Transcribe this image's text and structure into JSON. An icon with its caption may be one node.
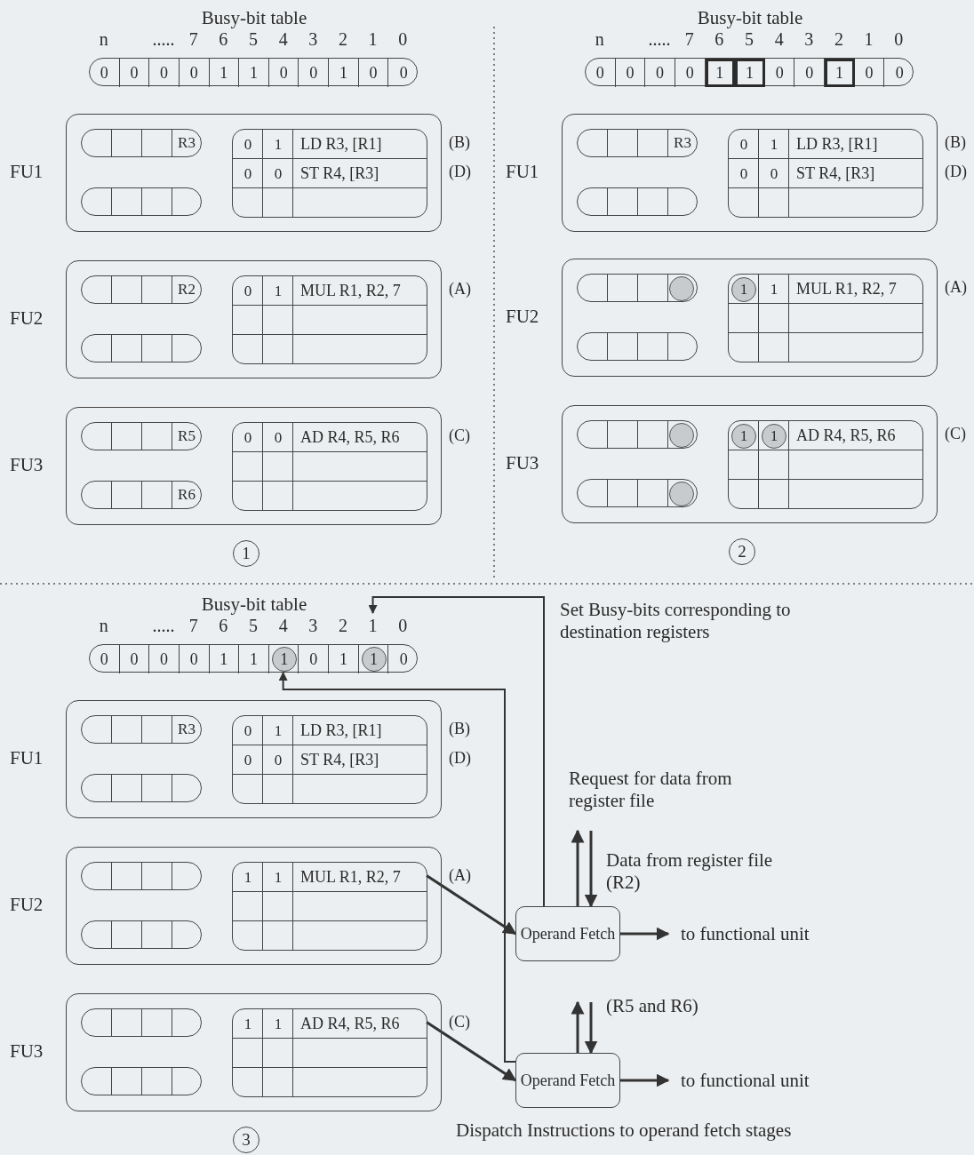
{
  "diagram": {
    "nodes": [
      {
        "text": [
          "Busy-bit table"
        ]
      },
      {
        "text": [
          "0"
        ],
        "in": 0
      },
      {
        "text": [
          "0"
        ],
        "in": 0
      },
      {
        "text": [
          "0"
        ],
        "in": 0
      },
      {
        "text": [
          "0"
        ],
        "in": 0
      },
      {
        "text": [
          "1"
        ],
        "in": 0
      },
      {
        "text": [
          "1"
        ],
        "in": 0
      },
      {
        "text": [
          "0"
        ],
        "in": 0
      },
      {
        "text": [
          "0"
        ],
        "in": 0
      },
      {
        "text": [
          "1"
        ],
        "in": 0
      },
      {
        "text": [
          "0"
        ],
        "in": 0
      },
      {
        "text": [
          "0"
        ],
        "in": 0
      },
      {
        "text": [
          "FU1"
        ]
      },
      {
        "text": [
          "R3"
        ],
        "in": 12
      },
      {
        "text": [],
        "shape": "box",
        "in": 12
      },
      {
        "text": [],
        "shape": "box",
        "in": 12
      },
      {
        "text": [
          "0"
        ],
        "in": 15
      },
      {
        "text": [
          "1"
        ],
        "in": 15
      },
      {
        "text": [
          "LD R3, [R1]"
        ],
        "in": 15
      },
      {
        "text": [
          "0"
        ],
        "in": 15
      },
      {
        "text": [
          "0"
        ],
        "in": 15
      },
      {
        "text": [
          "ST R4, [R3]"
        ],
        "in": 15
      },
      {
        "text": [
          "FU2"
        ]
      },
      {
        "text": [
          "R2"
        ],
        "in": 22
      },
      {
        "text": [],
        "shape": "box",
        "in": 22
      },
      {
        "text": [],
        "shape": "box",
        "in": 22
      },
      {
        "text": [
          "0"
        ],
        "in": 25
      },
      {
        "text": [
          "1"
        ],
        "in": 25
      },
      {
        "text": [
          "MUL R1, R2, 7"
        ],
        "in": 25
      },
      {
        "text": [
          "FU3"
        ]
      },
      {
        "text": [
          "R5"
        ],
        "in": 29
      },
      {
        "text": [
          "R6"
        ],
        "in": 29
      },
      {
        "text": [],
        "shape": "box",
        "in": 29
      },
      {
        "text": [
          "0"
        ],
        "in": 32
      },
      {
        "text": [
          "0"
        ],
        "in": 32
      },
      {
        "text": [
          "AD R4, R5, R6"
        ],
        "in": 32
      },
      {
        "text": [
          "1"
        ]
      },
      {
        "text": [
          "Busy-bit table"
        ]
      },
      {
        "text": [
          "0"
        ],
        "in": 37
      },
      {
        "text": [
          "0"
        ],
        "in": 37
      },
      {
        "text": [
          "0"
        ],
        "in": 37
      },
      {
        "text": [
          "0"
        ],
        "in": 37
      },
      {
        "text": [
          "1"
        ],
        "in": 37
      },
      {
        "text": [],
        "shape": "box",
        "in": 42
      },
      {
        "text": [
          "1"
        ],
        "in": 37
      },
      {
        "text": [],
        "shape": "box",
        "in": 44
      },
      {
        "text": [
          "0"
        ],
        "in": 37
      },
      {
        "text": [
          "0"
        ],
        "in": 37
      },
      {
        "text": [
          "1"
        ],
        "in": 37
      },
      {
        "text": [],
        "shape": "box",
        "in": 48
      },
      {
        "text": [
          "0"
        ],
        "in": 37
      },
      {
        "text": [
          "0"
        ],
        "in": 37
      },
      {
        "text": [
          "FU1"
        ]
      },
      {
        "text": [
          "R3"
        ],
        "in": 52
      },
      {
        "text": [],
        "shape": "box",
        "in": 52
      },
      {
        "text": [],
        "shape": "box",
        "in": 52
      },
      {
        "text": [
          "0"
        ],
        "in": 55
      },
      {
        "text": [
          "1"
        ],
        "in": 55
      },
      {
        "text": [
          "LD R3, [R1]"
        ],
        "in": 55
      },
      {
        "text": [
          "0"
        ],
        "in": 55
      },
      {
        "text": [
          "0"
        ],
        "in": 55
      },
      {
        "text": [
          "ST R4, [R3]"
        ],
        "in": 55
      },
      {
        "text": [
          "FU2"
        ]
      },
      {
        "text": [],
        "shape": "box",
        "in": 62
      },
      {
        "text": [],
        "shape": "circle",
        "in": 63
      },
      {
        "text": [],
        "shape": "box",
        "in": 62
      },
      {
        "text": [],
        "shape": "box",
        "in": 62
      },
      {
        "text": [
          "1"
        ],
        "in": 66
      },
      {
        "text": [],
        "shape": "circle",
        "in": 67
      },
      {
        "text": [
          "1"
        ],
        "in": 66
      },
      {
        "text": [
          "MUL R1, R2, 7"
        ],
        "in": 66
      },
      {
        "text": [
          "FU3"
        ]
      },
      {
        "text": [],
        "shape": "box",
        "in": 71
      },
      {
        "text": [],
        "shape": "circle",
        "in": 72
      },
      {
        "text": [],
        "shape": "box",
        "in": 71
      },
      {
        "text": [],
        "shape": "circle",
        "in": 74
      },
      {
        "text": [],
        "shape": "box",
        "in": 71
      },
      {
        "text": [
          "1"
        ],
        "in": 76
      },
      {
        "text": [],
        "shape": "circle",
        "in": 77
      },
      {
        "text": [
          "1"
        ],
        "in": 76
      },
      {
        "text": [],
        "shape": "circle",
        "in": 79
      },
      {
        "text": [
          "AD R4, R5, R6"
        ],
        "in": 76
      },
      {
        "text": [
          "2"
        ]
      },
      {
        "text": [
          "Busy-bit table"
        ]
      },
      {
        "text": [
          "0"
        ],
        "in": 83
      },
      {
        "text": [
          "0"
        ],
        "in": 83
      },
      {
        "text": [
          "0"
        ],
        "in": 83
      },
      {
        "text": [
          "0"
        ],
        "in": 83
      },
      {
        "text": [
          "1"
        ],
        "in": 83
      },
      {
        "text": [
          "1"
        ],
        "in": 83
      },
      {
        "text": [],
        "shape": "box",
        "in": 83
      },
      {
        "text": [
          "1"
        ],
        "in": 90
      },
      {
        "text": [
          "0"
        ],
        "in": 83
      },
      {
        "text": [
          "1"
        ],
        "in": 83
      },
      {
        "text": [],
        "shape": "box",
        "in": 83
      },
      {
        "text": [
          "1"
        ],
        "in": 94
      },
      {
        "text": [
          "0"
        ],
        "in": 83
      },
      {
        "text": [
          "FU1"
        ]
      },
      {
        "text": [
          "R3"
        ],
        "in": 97
      },
      {
        "text": [],
        "shape": "box",
        "in": 97
      },
      {
        "text": [],
        "shape": "box",
        "in": 97
      },
      {
        "text": [
          "0"
        ],
        "in": 100
      },
      {
        "text": [
          "1"
        ],
        "in": 100
      },
      {
        "text": [
          "LD R3, [R1]"
        ],
        "in": 100
      },
      {
        "text": [
          "0"
        ],
        "in": 100
      },
      {
        "text": [
          "0"
        ],
        "in": 100
      },
      {
        "text": [
          "ST R4, [R3]"
        ],
        "in": 100
      },
      {
        "text": [
          "FU2"
        ]
      },
      {
        "text": [],
        "shape": "box",
        "in": 107
      },
      {
        "text": [],
        "shape": "box",
        "in": 107
      },
      {
        "text": [],
        "shape": "box",
        "in": 107
      },
      {
        "text": [
          "1"
        ],
        "in": 110
      },
      {
        "text": [
          "1"
        ],
        "in": 110
      },
      {
        "text": [
          "MUL R1, R2, 7"
        ],
        "in": 110
      },
      {
        "text": [
          "FU3"
        ]
      },
      {
        "text": [],
        "shape": "box",
        "in": 114
      },
      {
        "text": [],
        "shape": "box",
        "in": 114
      },
      {
        "text": [],
        "shape": "box",
        "in": 114
      },
      {
        "text": [
          "1"
        ],
        "in": 117
      },
      {
        "text": [
          "1"
        ],
        "in": 117
      },
      {
        "text": [
          "AD R4, R5, R6"
        ],
        "in": 117
      },
      {
        "text": [
          "3"
        ]
      },
      {
        "text": [
          "Operand Fetch"
        ]
      },
      {
        "text": [
          "to functional unit"
        ]
      },
      {
        "text": [
          "Operand Fetch"
        ]
      },
      {
        "text": [
          "to functional unit"
        ]
      }
    ],
    "edges": [
      {
        "from": 113,
        "to": 122,
        "arrow": "to"
      },
      {
        "from": 120,
        "to": 124,
        "arrow": "to"
      },
      {
        "from": 122,
        "to": 123,
        "arrow": "to"
      },
      {
        "from": 124,
        "to": 125,
        "arrow": "to"
      },
      {
        "from": 122,
        "to": 94,
        "arrow": "to",
        "label": "Set Busy-bits corresponding to destination registers"
      },
      {
        "from": 124,
        "to": 90,
        "arrow": "to"
      },
      {
        "from": 122,
        "to": null,
        "arrow": "to",
        "label": "Request for data from register file"
      },
      {
        "from": null,
        "to": 122,
        "arrow": "to",
        "label": "Data from register file (R2)"
      },
      {
        "from": 124,
        "to": null,
        "arrow": "to"
      },
      {
        "from": null,
        "to": 124,
        "arrow": "to",
        "label": "(R5 and R6)"
      }
    ],
    "labels": [
      "n",
      ".....",
      "7",
      "6",
      "5",
      "4",
      "3",
      "2",
      "1",
      "0",
      "(B)",
      "(D)",
      "(A)",
      "(C)",
      "n",
      ".....",
      "7",
      "6",
      "5",
      "4",
      "3",
      "2",
      "1",
      "0",
      "(B)",
      "(D)",
      "(A)",
      "(C)",
      "n",
      ".....",
      "7",
      "6",
      "5",
      "4",
      "3",
      "2",
      "1",
      "0",
      "(B)",
      "(D)",
      "(A)",
      "(C)",
      "Dispatch Instructions to operand fetch stages"
    ]
  }
}
